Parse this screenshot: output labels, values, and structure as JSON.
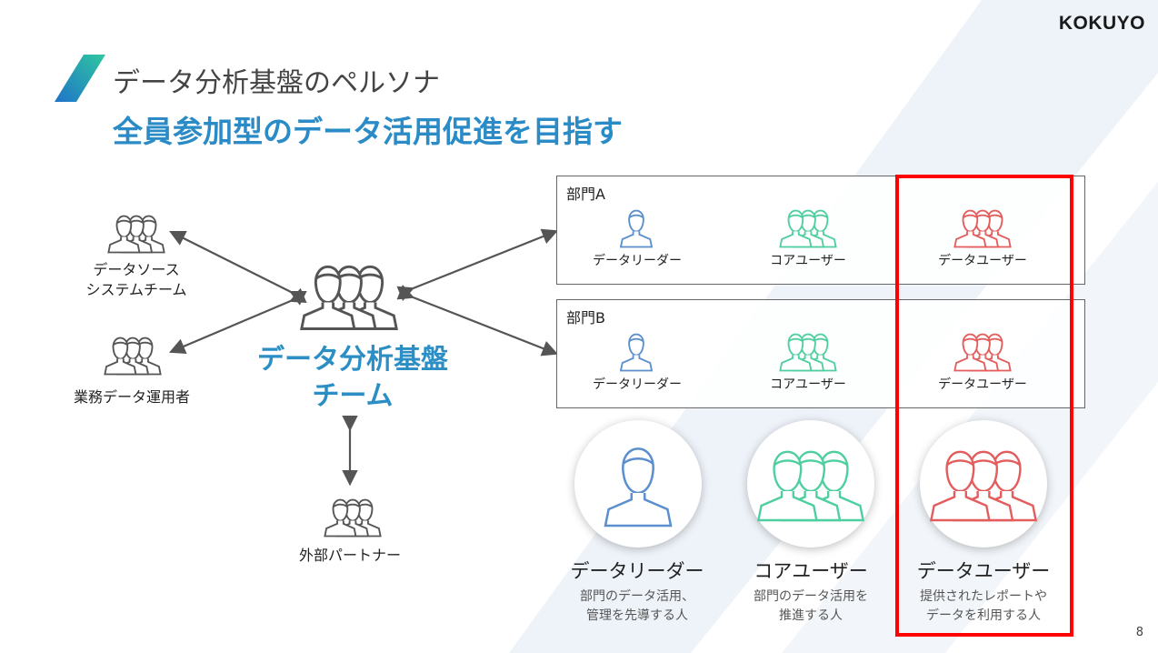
{
  "brand": {
    "logo": "KOKUYO"
  },
  "header": {
    "title": "データ分析基盤のペルソナ",
    "subtitle": "全員参加型のデータ活用促進を目指す"
  },
  "left_groups": [
    {
      "line1": "データソース",
      "line2": "システムチーム"
    },
    {
      "line1": "業務データ運用者"
    }
  ],
  "bottom_group": {
    "label": "外部パートナー"
  },
  "center": {
    "line1": "データ分析基盤",
    "line2": "チーム"
  },
  "departments": [
    {
      "name": "部門A",
      "roles": [
        "データリーダー",
        "コアユーザー",
        "データユーザー"
      ]
    },
    {
      "name": "部門B",
      "roles": [
        "データリーダー",
        "コアユーザー",
        "データユーザー"
      ]
    }
  ],
  "personas": [
    {
      "name": "データリーダー",
      "desc1": "部門のデータ活用、",
      "desc2": "管理を先導する人"
    },
    {
      "name": "コアユーザー",
      "desc1": "部門のデータ活用を",
      "desc2": "推進する人"
    },
    {
      "name": "データユーザー",
      "desc1": "提供されたレポートや",
      "desc2": "データを利用する人"
    }
  ],
  "colors": {
    "leader": "#5b8fce",
    "core": "#4fcf9f",
    "user": "#e35d5d",
    "gray": "#555555",
    "highlight": "#ff0000"
  },
  "page_number": "8"
}
